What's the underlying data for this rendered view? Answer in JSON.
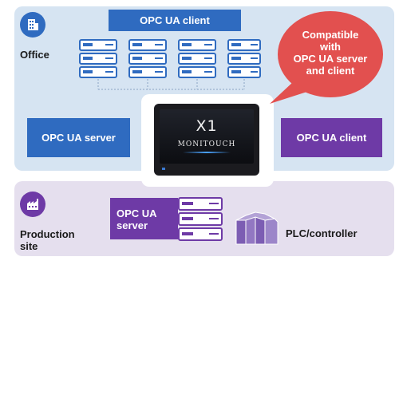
{
  "colors": {
    "office_zone": "#d6e4f2",
    "production_zone": "#e5dfee",
    "blue_accent": "#2f6bc0",
    "purple_accent": "#6e3aa6",
    "bubble": "#e2504f"
  },
  "icons": {
    "office": "building-icon",
    "production": "factory-icon",
    "servers": "server-rack-icon",
    "plc": "plc-box-icon"
  },
  "office": {
    "label": "Office",
    "client_box": "OPC UA client",
    "server_box": "OPC UA server",
    "right_client_box": "OPC UA client"
  },
  "bubble": {
    "lines": [
      "Compatible",
      "with",
      "OPC UA server",
      "and client"
    ]
  },
  "device": {
    "model": "X1",
    "brand": "MONITOUCH"
  },
  "production": {
    "label_line1": "Production",
    "label_line2": "site",
    "server_line1": "OPC UA",
    "server_line2": "server",
    "plc_label": "PLC/controller"
  }
}
